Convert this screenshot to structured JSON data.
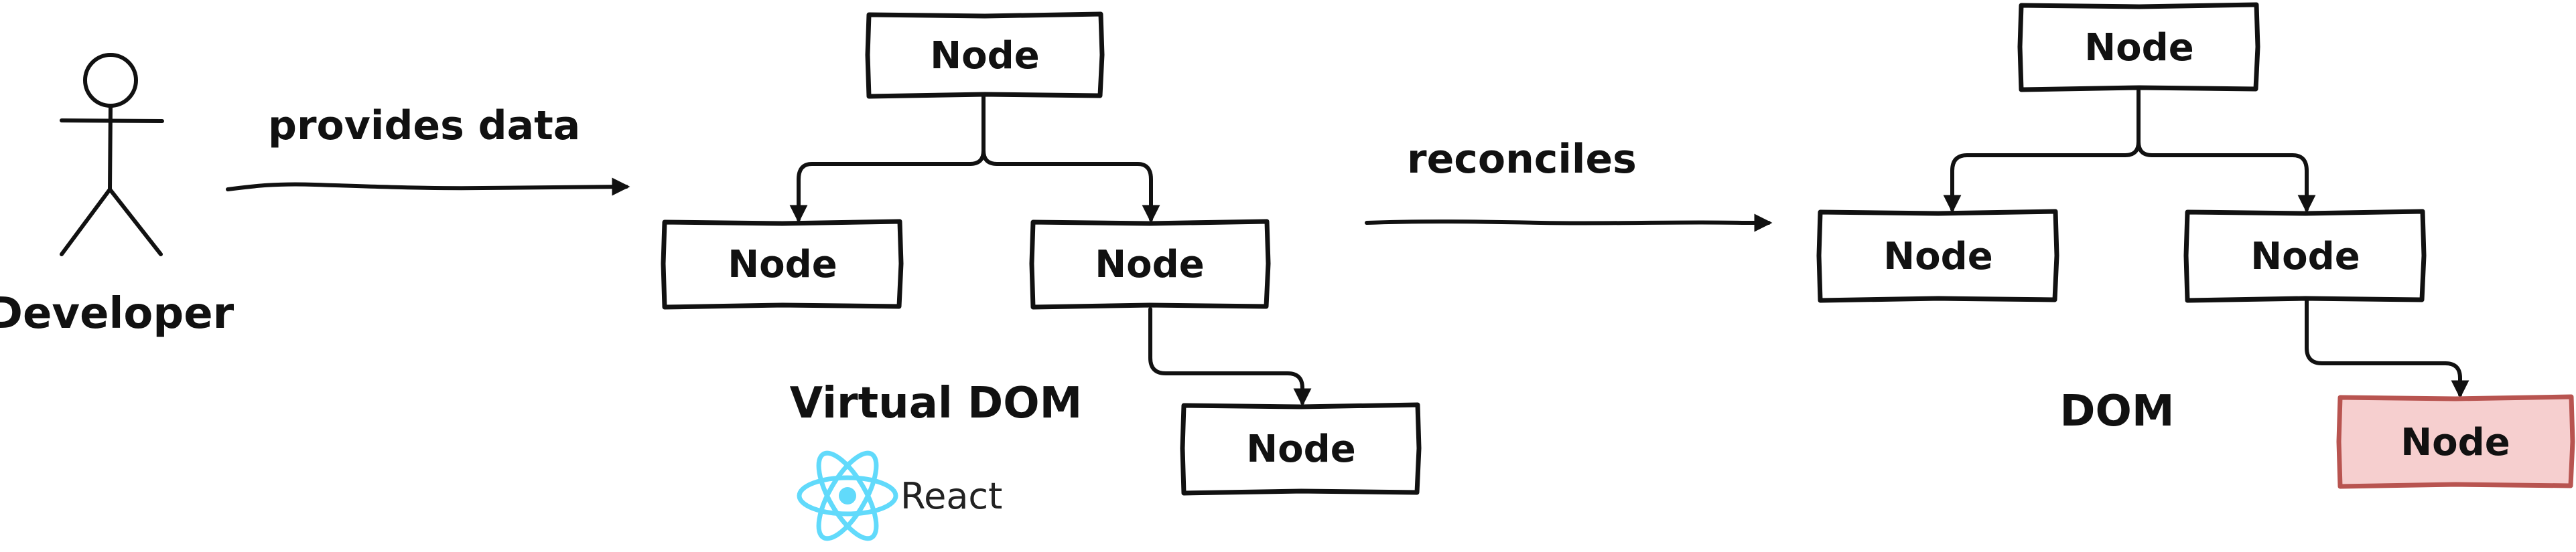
{
  "actor": {
    "label": "Developer",
    "icon": "stick-figure-icon"
  },
  "edges": {
    "provides": "provides data",
    "reconciles": "reconciles"
  },
  "virtual_dom": {
    "title": "Virtual DOM",
    "nodes": [
      "Node",
      "Node",
      "Node",
      "Node"
    ],
    "badge": {
      "label": "React",
      "icon": "react-atom-icon",
      "color": "#61dafb"
    }
  },
  "dom": {
    "title": "DOM",
    "nodes": [
      "Node",
      "Node",
      "Node",
      "Node"
    ],
    "highlight_fill": "#f6cfcf",
    "highlight_stroke": "#b85450"
  }
}
